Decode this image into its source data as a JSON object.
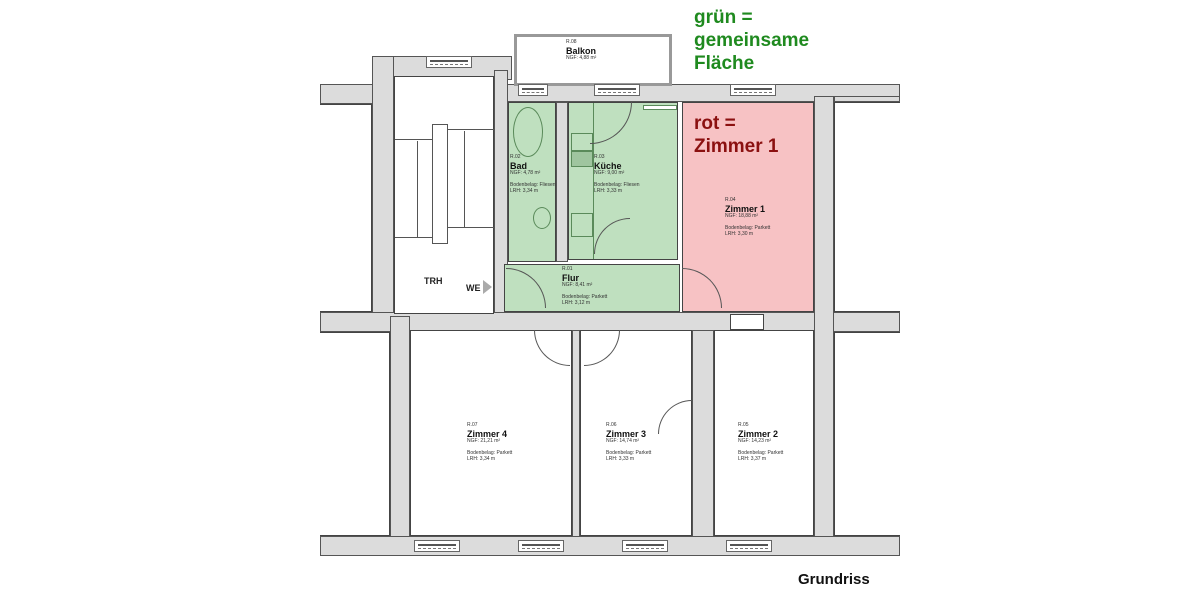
{
  "legend": {
    "green_line1": "grün =",
    "green_line2": "gemeinsame",
    "green_line3": "Fläche",
    "red_line1": "rot =",
    "red_line2": "Zimmer 1",
    "green_color": "#1f8a1f",
    "red_color": "#8b1010",
    "green_fill": "#bfe0bf",
    "red_fill": "#f7c2c4"
  },
  "caption": "Grundriss",
  "labels": {
    "stairwell": "TRH",
    "entrance": "WE"
  },
  "rooms": [
    {
      "id": "balkon",
      "number": "R.08",
      "name": "Balkon",
      "ngf": "NGF: 4,88 m²",
      "floor": "",
      "height": "",
      "shared": false
    },
    {
      "id": "bad",
      "number": "R.02",
      "name": "Bad",
      "ngf": "NGF: 4,78 m²",
      "floor": "Bodenbelag: Fliesen",
      "height": "LRH: 3,34 m",
      "shared": true
    },
    {
      "id": "kueche",
      "number": "R.03",
      "name": "Küche",
      "ngf": "NGF: 9,00 m²",
      "floor": "Bodenbelag: Fliesen",
      "height": "LRH: 3,33 m",
      "shared": true
    },
    {
      "id": "zimmer1",
      "number": "R.04",
      "name": "Zimmer 1",
      "ngf": "NGF: 18,88 m²",
      "floor": "Bodenbelag: Parkett",
      "height": "LRH: 3,30 m",
      "shared": false
    },
    {
      "id": "flur",
      "number": "R.01",
      "name": "Flur",
      "ngf": "NGF: 8,41 m²",
      "floor": "Bodenbelag: Parkett",
      "height": "LRH: 3,12 m",
      "shared": true
    },
    {
      "id": "zimmer4",
      "number": "R.07",
      "name": "Zimmer 4",
      "ngf": "NGF: 21,21 m²",
      "floor": "Bodenbelag: Parkett",
      "height": "LRH: 3,34 m",
      "shared": false
    },
    {
      "id": "zimmer3",
      "number": "R.06",
      "name": "Zimmer 3",
      "ngf": "NGF: 14,74 m²",
      "floor": "Bodenbelag: Parkett",
      "height": "LRH: 3,33 m",
      "shared": false
    },
    {
      "id": "zimmer2",
      "number": "R.05",
      "name": "Zimmer 2",
      "ngf": "NGF: 14,23 m²",
      "floor": "Bodenbelag: Parkett",
      "height": "LRH: 3,37 m",
      "shared": false
    }
  ]
}
